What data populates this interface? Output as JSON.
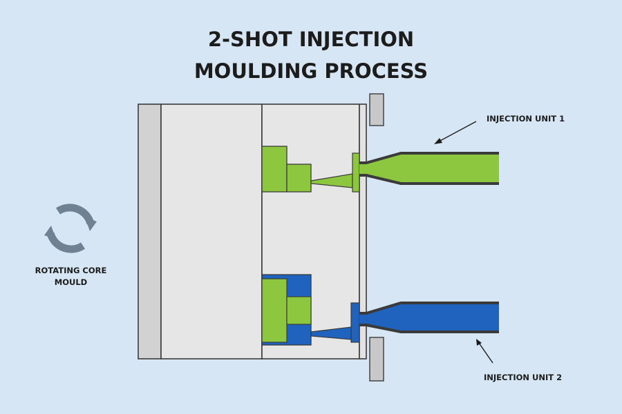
{
  "title": {
    "line1": "2-SHOT INJECTION",
    "line2": "MOULDING PROCESS"
  },
  "labels": {
    "injection_unit_1": "INJECTION UNIT 1",
    "injection_unit_2": "INJECTION UNIT 2",
    "rotating_core_line1": "ROTATING CORE",
    "rotating_core_line2": "MOULD"
  },
  "colors": {
    "background": "#d6e6f4",
    "mould_plate": "#e6e6e6",
    "outline": "#3a3a3a",
    "shot_1_green": "#8dc63f",
    "shot_2_blue": "#1f63be",
    "rotate_icon": "#6f8192"
  },
  "icons": {
    "rotate": "rotate-arrows-icon"
  }
}
